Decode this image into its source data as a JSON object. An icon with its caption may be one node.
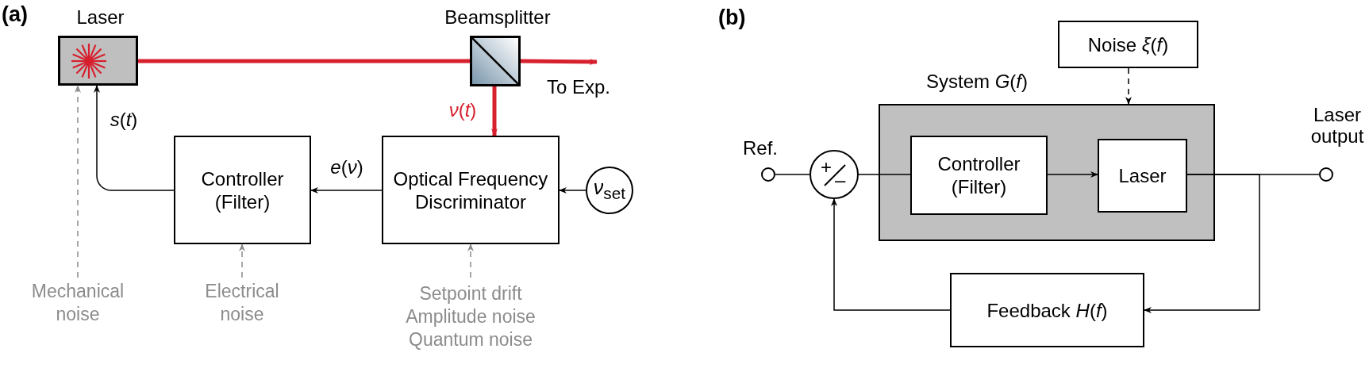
{
  "diagram": {
    "nodes": [
      {
        "text": [
          "Laser"
        ]
      },
      {
        "text": [
          "Beamsplitter"
        ]
      },
      {
        "text": [
          "Controller (Filter)"
        ]
      },
      {
        "text": [
          "Optical Frequency Discriminator"
        ]
      },
      {
        "text": [
          "*ν*$_{set}$"
        ]
      },
      {
        "text": [
          "Mechanical noise"
        ]
      },
      {
        "text": [
          "Electrical noise"
        ]
      },
      {
        "text": [
          "Setpoint drift",
          "Amplitude noise",
          "Quantum noise"
        ]
      },
      {
        "text": [
          "Ref."
        ]
      },
      {
        "text": [
          "+",
          "–"
        ]
      },
      {
        "text": [
          "System *G*(*f*)"
        ]
      },
      {
        "text": [
          "Controller (Filter)"
        ],
        "in": 10
      },
      {
        "text": [
          "Laser"
        ],
        "in": 10
      },
      {
        "text": [
          "Noise *ξ*(*f*)"
        ]
      },
      {
        "text": [
          "Laser output"
        ]
      },
      {
        "text": [
          "Feedback *H*(*f*)"
        ]
      },
      {
        "text": [
          "To Exp."
        ]
      }
    ],
    "edges": [
      {
        "from": 0,
        "to": 1,
        "arrow": "none",
        "style": "thick",
        "color": "#d7202e"
      },
      {
        "from": 1,
        "to": 16,
        "arrow": "to",
        "style": "thick",
        "color": "#d7202e"
      },
      {
        "from": 1,
        "to": 3,
        "arrow": "to",
        "style": "thick",
        "color": "#d7202e",
        "label": "*ν*(*t*)"
      },
      {
        "from": 3,
        "to": 2,
        "arrow": "to",
        "label": "*e*(*ν*)"
      },
      {
        "from": 2,
        "to": 0,
        "arrow": "to",
        "label": "*s*(*t*)"
      },
      {
        "from": 4,
        "to": 3,
        "arrow": "to"
      },
      {
        "from": 5,
        "to": 0,
        "arrow": "to",
        "style": "dashed",
        "color": "#8c8c8c"
      },
      {
        "from": 6,
        "to": 2,
        "arrow": "to",
        "style": "dashed",
        "color": "#8c8c8c"
      },
      {
        "from": 7,
        "to": 3,
        "arrow": "to",
        "style": "dashed",
        "color": "#8c8c8c"
      },
      {
        "from": 8,
        "to": 9,
        "arrow": "none"
      },
      {
        "from": 9,
        "to": 11,
        "arrow": "none"
      },
      {
        "from": 11,
        "to": 12,
        "arrow": "to"
      },
      {
        "from": 12,
        "to": 14,
        "arrow": "none"
      },
      {
        "from": 12,
        "to": 15,
        "arrow": "to"
      },
      {
        "from": 15,
        "to": 9,
        "arrow": "to"
      },
      {
        "from": 13,
        "to": 10,
        "arrow": "to",
        "style": "dashed"
      }
    ],
    "labels": [
      "(a)",
      "(b)"
    ]
  }
}
